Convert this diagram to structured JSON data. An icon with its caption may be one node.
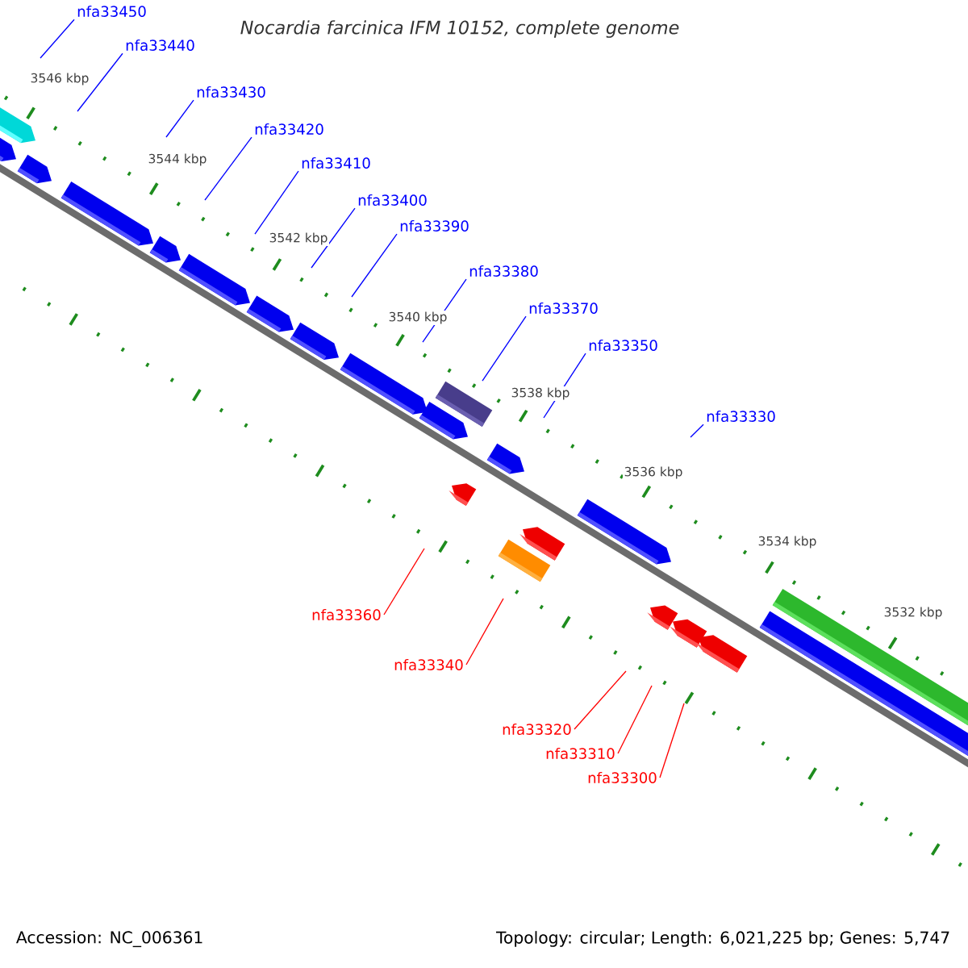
{
  "diagram": {
    "title": "*Nocardia farcinica* IFM 10152, complete genome",
    "nodes": [
      {
        "text": [
          "nfa33450"
        ]
      },
      {
        "text": [
          "nfa33440"
        ]
      },
      {
        "text": [
          "nfa33430"
        ]
      },
      {
        "text": [
          "nfa33420"
        ]
      },
      {
        "text": [
          "nfa33410"
        ]
      },
      {
        "text": [
          "nfa33400"
        ]
      },
      {
        "text": [
          "nfa33390"
        ]
      },
      {
        "text": [
          "nfa33380"
        ]
      },
      {
        "text": [
          "nfa33370"
        ]
      },
      {
        "text": [
          "nfa33350"
        ]
      },
      {
        "text": [
          "nfa33330"
        ]
      },
      {
        "text": [
          "nfa33360"
        ]
      },
      {
        "text": [
          "nfa33340"
        ]
      },
      {
        "text": [
          "nfa33320"
        ]
      },
      {
        "text": [
          "nfa33310"
        ]
      },
      {
        "text": [
          "nfa33300"
        ]
      }
    ],
    "edges": [
      {
        "from": 0,
        "to": null,
        "arrow": "none"
      },
      {
        "from": 1,
        "to": null,
        "arrow": "none"
      },
      {
        "from": 2,
        "to": null,
        "arrow": "none"
      },
      {
        "from": 3,
        "to": null,
        "arrow": "none"
      },
      {
        "from": 4,
        "to": null,
        "arrow": "none"
      },
      {
        "from": 5,
        "to": null,
        "arrow": "none"
      },
      {
        "from": 6,
        "to": null,
        "arrow": "none"
      },
      {
        "from": 7,
        "to": null,
        "arrow": "none"
      },
      {
        "from": 8,
        "to": null,
        "arrow": "none"
      },
      {
        "from": 9,
        "to": null,
        "arrow": "none"
      },
      {
        "from": 10,
        "to": null,
        "arrow": "none"
      },
      {
        "from": 11,
        "to": null,
        "arrow": "none",
        "color": "#ff0000"
      },
      {
        "from": 12,
        "to": null,
        "arrow": "none",
        "color": "#ff0000"
      },
      {
        "from": 13,
        "to": null,
        "arrow": "none",
        "color": "#ff0000"
      },
      {
        "from": 14,
        "to": null,
        "arrow": "none",
        "color": "#ff0000"
      },
      {
        "from": 15,
        "to": null,
        "arrow": "none",
        "color": "#ff0000"
      }
    ],
    "labels": [
      "3546 kbp",
      "3544 kbp",
      "3542 kbp",
      "3540 kbp",
      "3538 kbp",
      "3536 kbp",
      "3534 kbp",
      "3532 kbp",
      "Accession: NC_006361",
      "Topology: circular; Length: 6,021,225 bp; Genes: 5,747"
    ]
  }
}
